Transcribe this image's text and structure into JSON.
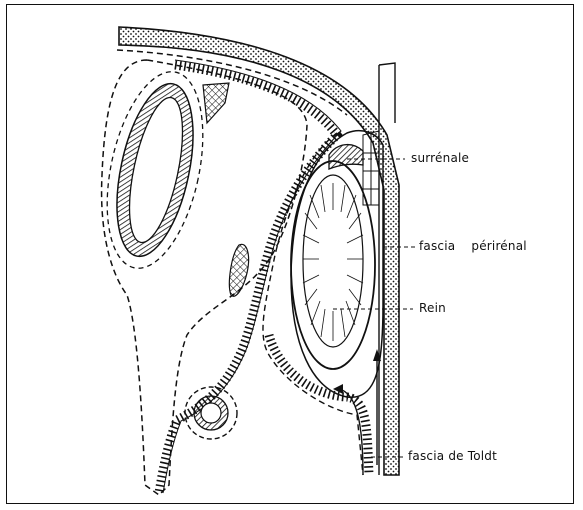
{
  "labels": {
    "surrenale": "surrénale",
    "fascia_perirenal": "fascia    périrénal",
    "rein": "Rein",
    "fascia_toldt": "fascia de Toldt"
  },
  "colors": {
    "ink": "#111111",
    "background": "#ffffff"
  }
}
